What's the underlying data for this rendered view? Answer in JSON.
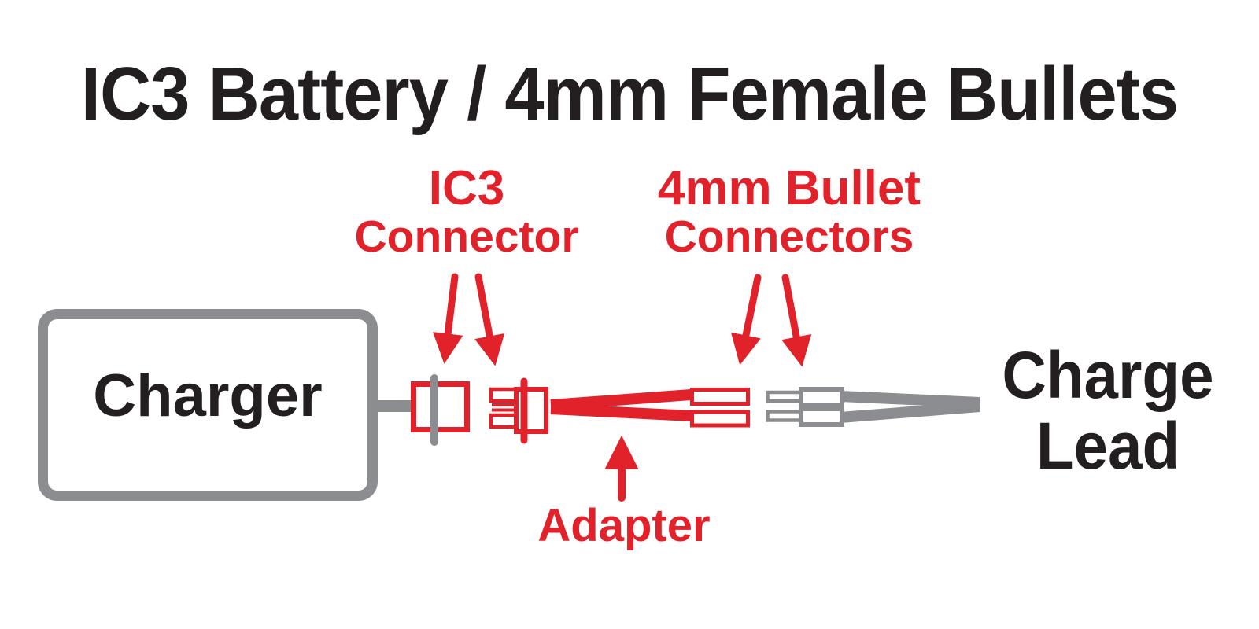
{
  "title": "IC3 Battery / 4mm Female Bullets",
  "labels": {
    "ic3_connector": {
      "line1": "IC3",
      "line2": "Connector"
    },
    "bullet_connectors": {
      "line1": "4mm Bullet",
      "line2": "Connectors"
    },
    "adapter": "Adapter",
    "charger": "Charger",
    "charge_lead": {
      "line1": "Charge",
      "line2": "Lead"
    }
  },
  "colors": {
    "accent_red": "#e2222a",
    "wire_gray": "#8b8d90",
    "text_dark": "#231f20",
    "background": "#ffffff"
  }
}
